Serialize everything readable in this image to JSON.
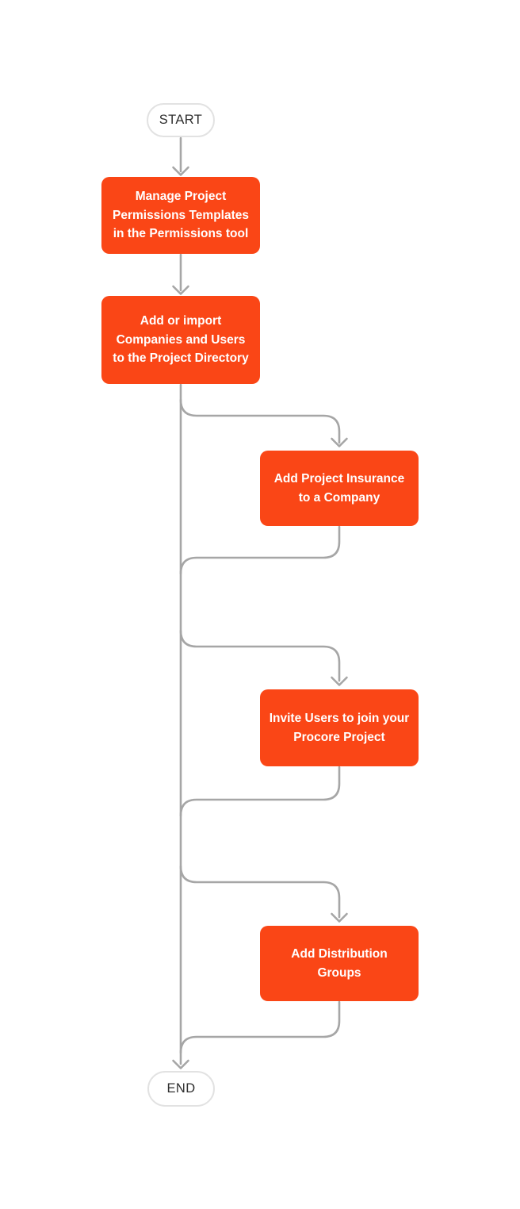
{
  "diagram": {
    "start_label": "START",
    "end_label": "END",
    "steps": [
      {
        "id": "step-1",
        "label": "Manage Project\nPermissions Templates\nin the Permissions tool"
      },
      {
        "id": "step-2",
        "label": "Add or import\nCompanies and Users\nto the Project Directory"
      },
      {
        "id": "step-3",
        "label": "Add Project Insurance\nto a Company"
      },
      {
        "id": "step-4",
        "label": "Invite Users to join your\nProcore Project"
      },
      {
        "id": "step-5",
        "label": "Add Distribution\nGroups"
      }
    ],
    "flow": [
      "START -> Manage Project Permissions Templates in the Permissions tool",
      "Manage Project Permissions Templates in the Permissions tool -> Add or import Companies and Users to the Project Directory",
      "Add or import Companies and Users to the Project Directory -> Add Project Insurance to a Company",
      "Add Project Insurance to a Company -> (main line)",
      "(main line) -> Invite Users to join your Procore Project",
      "Invite Users to join your Procore Project -> (main line)",
      "(main line) -> Add Distribution Groups",
      "Add Distribution Groups -> (main line)",
      "(main line) -> END"
    ],
    "colors": {
      "step_fill": "#fa4616",
      "step_text": "#ffffff",
      "connector": "#a6a6a6",
      "terminal_border": "#e2e2e2",
      "terminal_text": "#2d2d2d",
      "background": "#ffffff"
    }
  }
}
